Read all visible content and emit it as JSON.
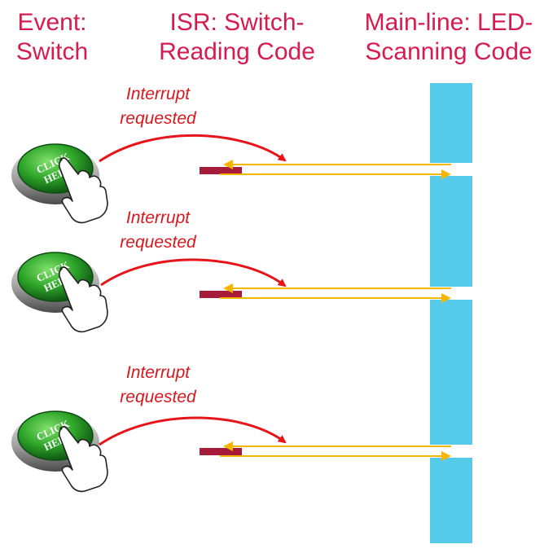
{
  "headers": {
    "event": [
      "Event:",
      "Switch"
    ],
    "isr": [
      "ISR: Switch-",
      "Reading Code"
    ],
    "main": [
      "Main-line: LED-",
      "Scanning Code"
    ]
  },
  "interrupt_label": [
    "Interrupt",
    "requested"
  ],
  "button_text": [
    "CLICK",
    "HERE"
  ],
  "events": [
    {
      "label": [
        "Interrupt",
        "requested"
      ]
    },
    {
      "label": [
        "Interrupt",
        "requested"
      ]
    },
    {
      "label": [
        "Interrupt",
        "requested"
      ]
    }
  ],
  "colors": {
    "header": "#d81b4f",
    "interrupt_arrow": "#e8141a",
    "transfer_arrow": "#f7b500",
    "isr_bar": "#a61a3a",
    "mainline_bar": "#55cbe9",
    "button_green": "#2fa52a"
  },
  "icons": [
    "click-here-button-icon",
    "hand-pointer-icon"
  ]
}
